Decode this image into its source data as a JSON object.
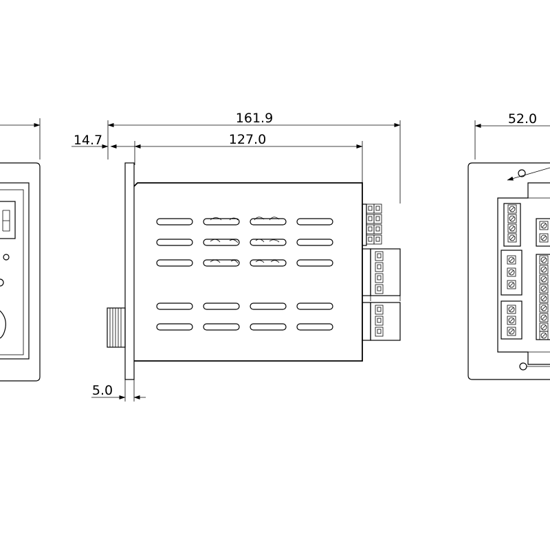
{
  "dimensions": {
    "overall_length": "161.9",
    "body_length": "127.0",
    "panel_offset": "14.7",
    "panel_thickness": "5.0",
    "rear_width": "52.0"
  }
}
